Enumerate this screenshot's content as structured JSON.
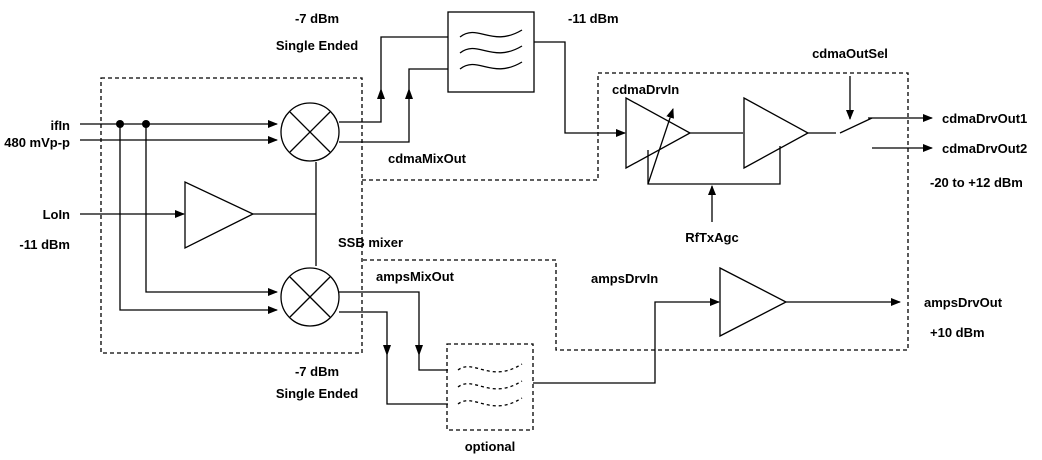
{
  "labels": {
    "top_mixer_level": "-7 dBm",
    "top_mixer_mode": "Single Ended",
    "filter_out_level": "-11 dBm",
    "cdma_out_sel": "cdmaOutSel",
    "cdma_drv_in": "cdmaDrvIn",
    "cdma_drv_out1": "cdmaDrvOut1",
    "cdma_drv_out2": "cdmaDrvOut2",
    "cdma_out_range": "-20 to +12 dBm",
    "if_in": "ifIn",
    "if_level": "480 mVp-p",
    "cdma_mix_out": "cdmaMixOut",
    "lo_in": "LoIn",
    "lo_level": "-11 dBm",
    "ssb_mixer": "SSB mixer",
    "rf_tx_agc": "RfTxAgc",
    "amps_mix_out": "ampsMixOut",
    "amps_drv_in": "ampsDrvIn",
    "amps_drv_out": "ampsDrvOut",
    "amps_level": "+10 dBm",
    "bottom_mixer_level": "-7 dBm",
    "bottom_mixer_mode": "Single Ended",
    "optional": "optional"
  }
}
